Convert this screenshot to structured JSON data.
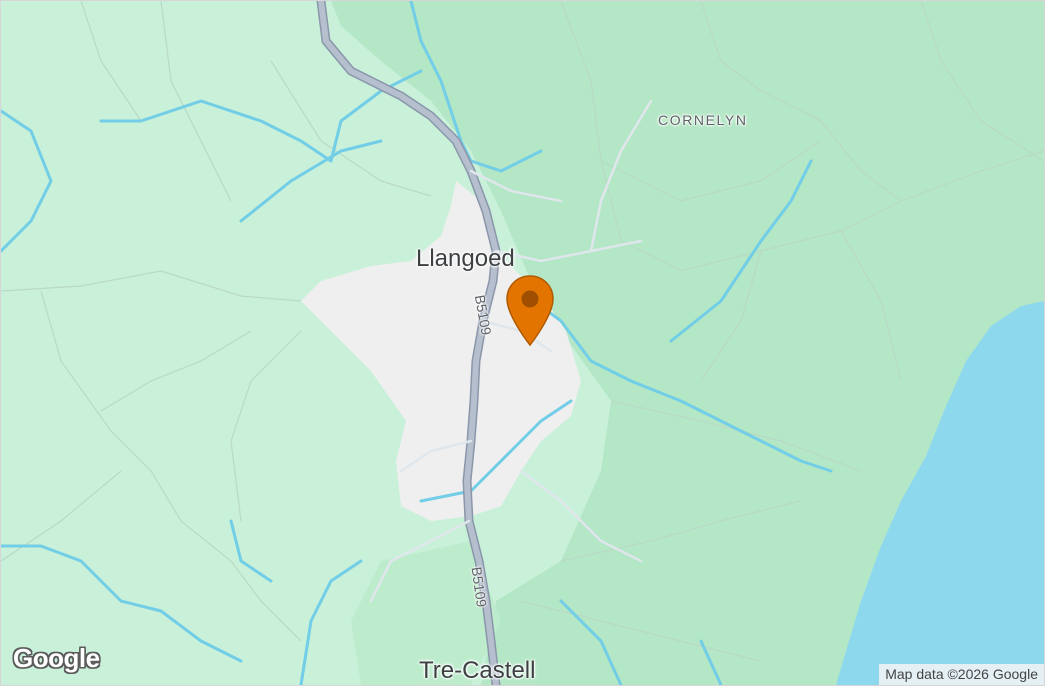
{
  "places": {
    "llangoed": "Llangoed",
    "cornelyn": "CORNELYN",
    "tre_castell": "Tre-Castell"
  },
  "roads": {
    "upper": "B5109",
    "lower": "B5109"
  },
  "marker": {
    "icon": "map-pin-icon",
    "color": "#e37400"
  },
  "logo": {
    "text": "Google"
  },
  "attribution": {
    "text": "Map data ©2026 Google"
  },
  "colors": {
    "land": "#c8f0d8",
    "fields": "#b6e8c8",
    "water": "#8ed8ee",
    "rivers": "#72cde6",
    "built_up": "#f0efef",
    "road": "#a9b3c3"
  }
}
